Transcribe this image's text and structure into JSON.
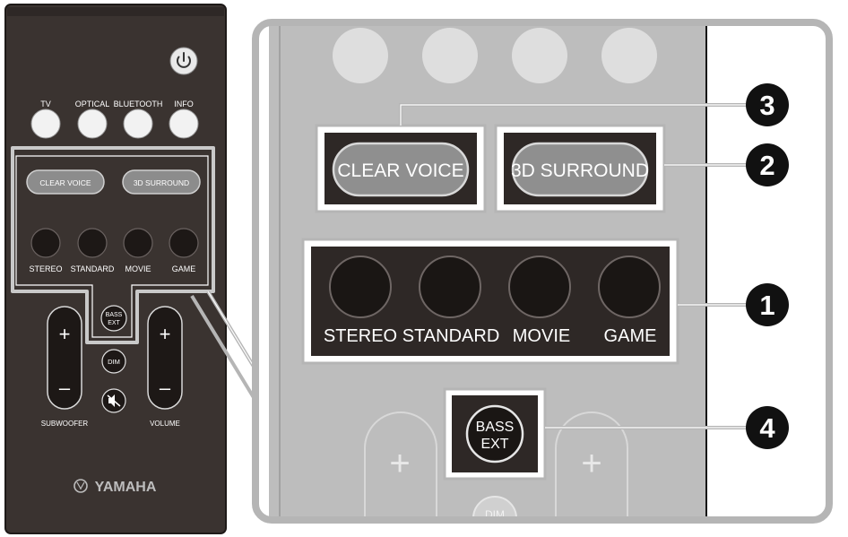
{
  "remote": {
    "power_icon": "power-icon",
    "source_buttons": [
      {
        "label": "TV"
      },
      {
        "label": "OPTICAL"
      },
      {
        "label": "BLUETOOTH"
      },
      {
        "label": "INFO"
      }
    ],
    "clear_voice": "CLEAR VOICE",
    "surround_3d": "3D SURROUND",
    "modes": [
      {
        "label": "STEREO"
      },
      {
        "label": "STANDARD"
      },
      {
        "label": "MOVIE"
      },
      {
        "label": "GAME"
      }
    ],
    "bass_ext_line1": "BASS",
    "bass_ext_line2": "EXT",
    "dim": "DIM",
    "mute_icon": "mute-icon",
    "subwoofer_label": "SUBWOOFER",
    "volume_label": "VOLUME",
    "plus": "+",
    "minus": "–",
    "brand": "YAMAHA"
  },
  "zoom": {
    "clear_voice": "CLEAR VOICE",
    "surround_3d": "3D SURROUND",
    "modes": [
      {
        "label": "STEREO"
      },
      {
        "label": "STANDARD"
      },
      {
        "label": "MOVIE"
      },
      {
        "label": "GAME"
      }
    ],
    "bass_ext_line1": "BASS",
    "bass_ext_line2": "EXT",
    "dim_partial": "DIM",
    "plus": "+"
  },
  "callouts": [
    {
      "number": "1"
    },
    {
      "number": "2"
    },
    {
      "number": "3"
    },
    {
      "number": "4"
    }
  ],
  "colors": {
    "remote_body": "#3a3330",
    "zoom_bg": "#bfbfbf",
    "frame": "#b5b5b5",
    "callout": "#111111"
  }
}
